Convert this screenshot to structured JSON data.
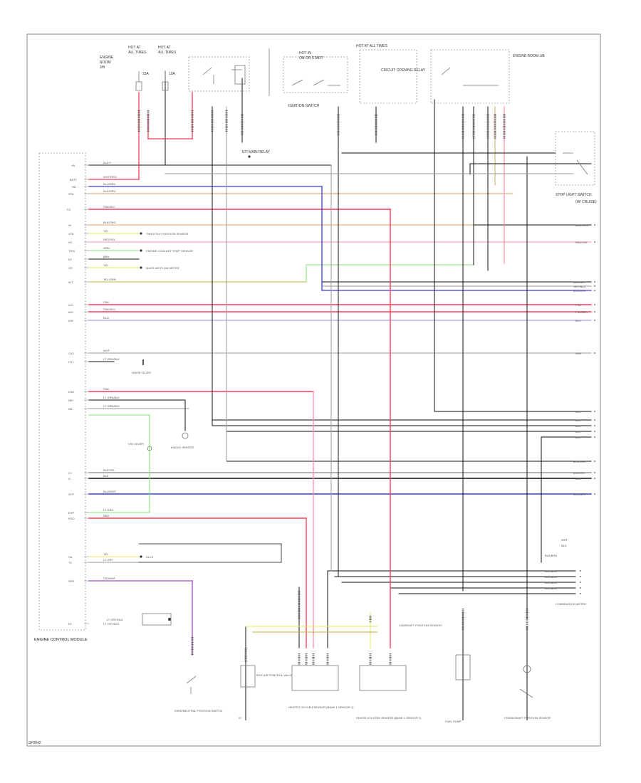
{
  "colors": {
    "frame": "#888888",
    "wire_black": "#111111",
    "wire_gray": "#9a9a9a",
    "wire_red": "#ff3b55",
    "wire_pink": "#ff8f9f",
    "wire_blue": "#3b3bdd",
    "wire_light_blue": "#a5a5ff",
    "wire_orange": "#e8a060",
    "wire_tan": "#d6b483",
    "wire_yellow": "#e8e860",
    "wire_green": "#8be07a",
    "wire_violet": "#b06bd0",
    "wire_olive": "#c8b040"
  },
  "components": {
    "ecm_label": "ENGINE CONTROL MODULE",
    "ignition_switch": "IGNITION SWITCH",
    "main_relay": "EFI MAIN RELAY",
    "circuit_opening_relay": "CIRCUIT OPENING RELAY",
    "fuel_pump": "FUEL PUMP",
    "knock_sensor": "KNOCK SENSOR",
    "crank_sensor": "CRANKSHAFT POSITION SENSOR",
    "cam_sensor": "CAMSHAFT POSITION SENSOR",
    "o2_sensor_1": "HEATED OXYGEN SENSOR (BANK 1 SENSOR 1)",
    "o2_sensor_2": "HEATED OXYGEN SENSOR (BANK 1 SENSOR 2)",
    "iac": "IDLE AIR CONTROL VALVE",
    "tps": "THROTTLE POSITION SENSOR",
    "maf": "MASS AIR FLOW METER",
    "ect": "ENGINE COOLANT TEMP SENSOR",
    "vsv": "VSV (EVAP)",
    "noise_filter": "NOISE FILTER",
    "stop_switch": "STOP LIGHT SWITCH",
    "park_neutral": "PARK/NEUTRAL POSITION SWITCH",
    "dlc3": "DLC3",
    "combination_meter": "COMBINATION METER",
    "fuse_box": "ENGINE ROOM J/B"
  },
  "figure_id": "SF0042"
}
